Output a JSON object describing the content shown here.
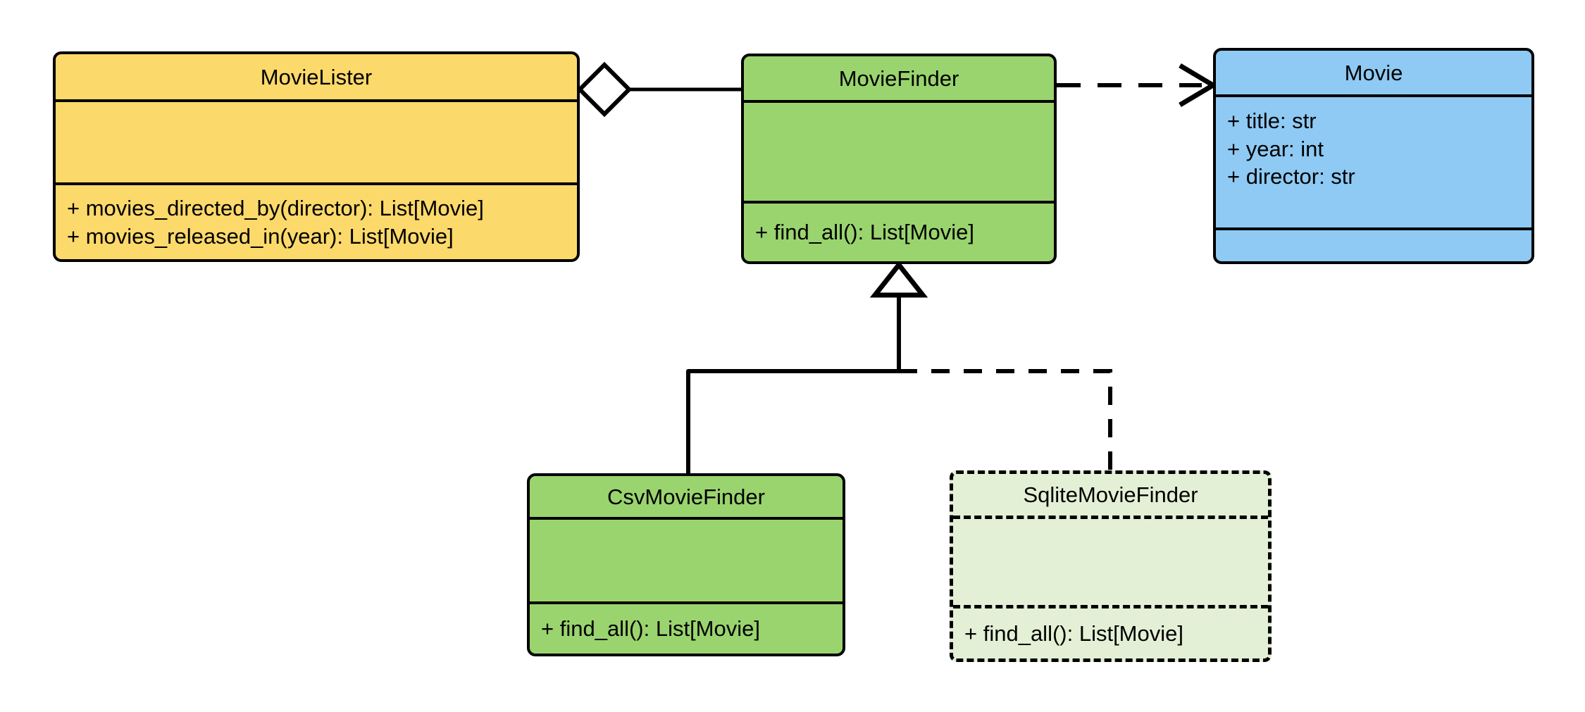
{
  "diagram": {
    "type": "uml-class-diagram",
    "background": "#ffffff",
    "classes": [
      {
        "id": "movielister",
        "name": "MovieLister",
        "fill": "#FCD96B",
        "border": "solid",
        "attributes": [],
        "methods": [
          "+ movies_directed_by(director): List[Movie]",
          "+ movies_released_in(year): List[Movie]"
        ]
      },
      {
        "id": "moviefinder",
        "name": "MovieFinder",
        "fill": "#9AD46E",
        "border": "solid",
        "attributes": [],
        "methods": [
          "+ find_all(): List[Movie]"
        ]
      },
      {
        "id": "movie",
        "name": "Movie",
        "fill": "#8ECAF3",
        "border": "solid",
        "attributes": [
          "+ title: str",
          "+ year: int",
          "+ director: str"
        ],
        "methods": []
      },
      {
        "id": "csvmoviefinder",
        "name": "CsvMovieFinder",
        "fill": "#9AD46E",
        "border": "solid",
        "attributes": [],
        "methods": [
          "+ find_all(): List[Movie]"
        ]
      },
      {
        "id": "sqlitemoviefinder",
        "name": "SqliteMovieFinder",
        "fill": "#E3F0D5",
        "border": "dashed",
        "attributes": [],
        "methods": [
          "+ find_all(): List[Movie]"
        ]
      }
    ],
    "relationships": [
      {
        "id": "rel-aggregation",
        "kind": "aggregation",
        "from": "MovieLister",
        "to": "MovieFinder",
        "line": "solid",
        "source_marker": "hollow-diamond",
        "target_marker": "none"
      },
      {
        "id": "rel-dependency",
        "kind": "dependency",
        "from": "MovieFinder",
        "to": "Movie",
        "line": "dashed",
        "source_marker": "none",
        "target_marker": "open-arrow"
      },
      {
        "id": "rel-generalization-csv",
        "kind": "generalization",
        "from": "CsvMovieFinder",
        "to": "MovieFinder",
        "line": "solid",
        "source_marker": "none",
        "target_marker": "hollow-triangle"
      },
      {
        "id": "rel-generalization-sqlite",
        "kind": "generalization",
        "from": "SqliteMovieFinder",
        "to": "MovieFinder",
        "line": "dashed",
        "source_marker": "none",
        "target_marker": "hollow-triangle"
      }
    ]
  }
}
